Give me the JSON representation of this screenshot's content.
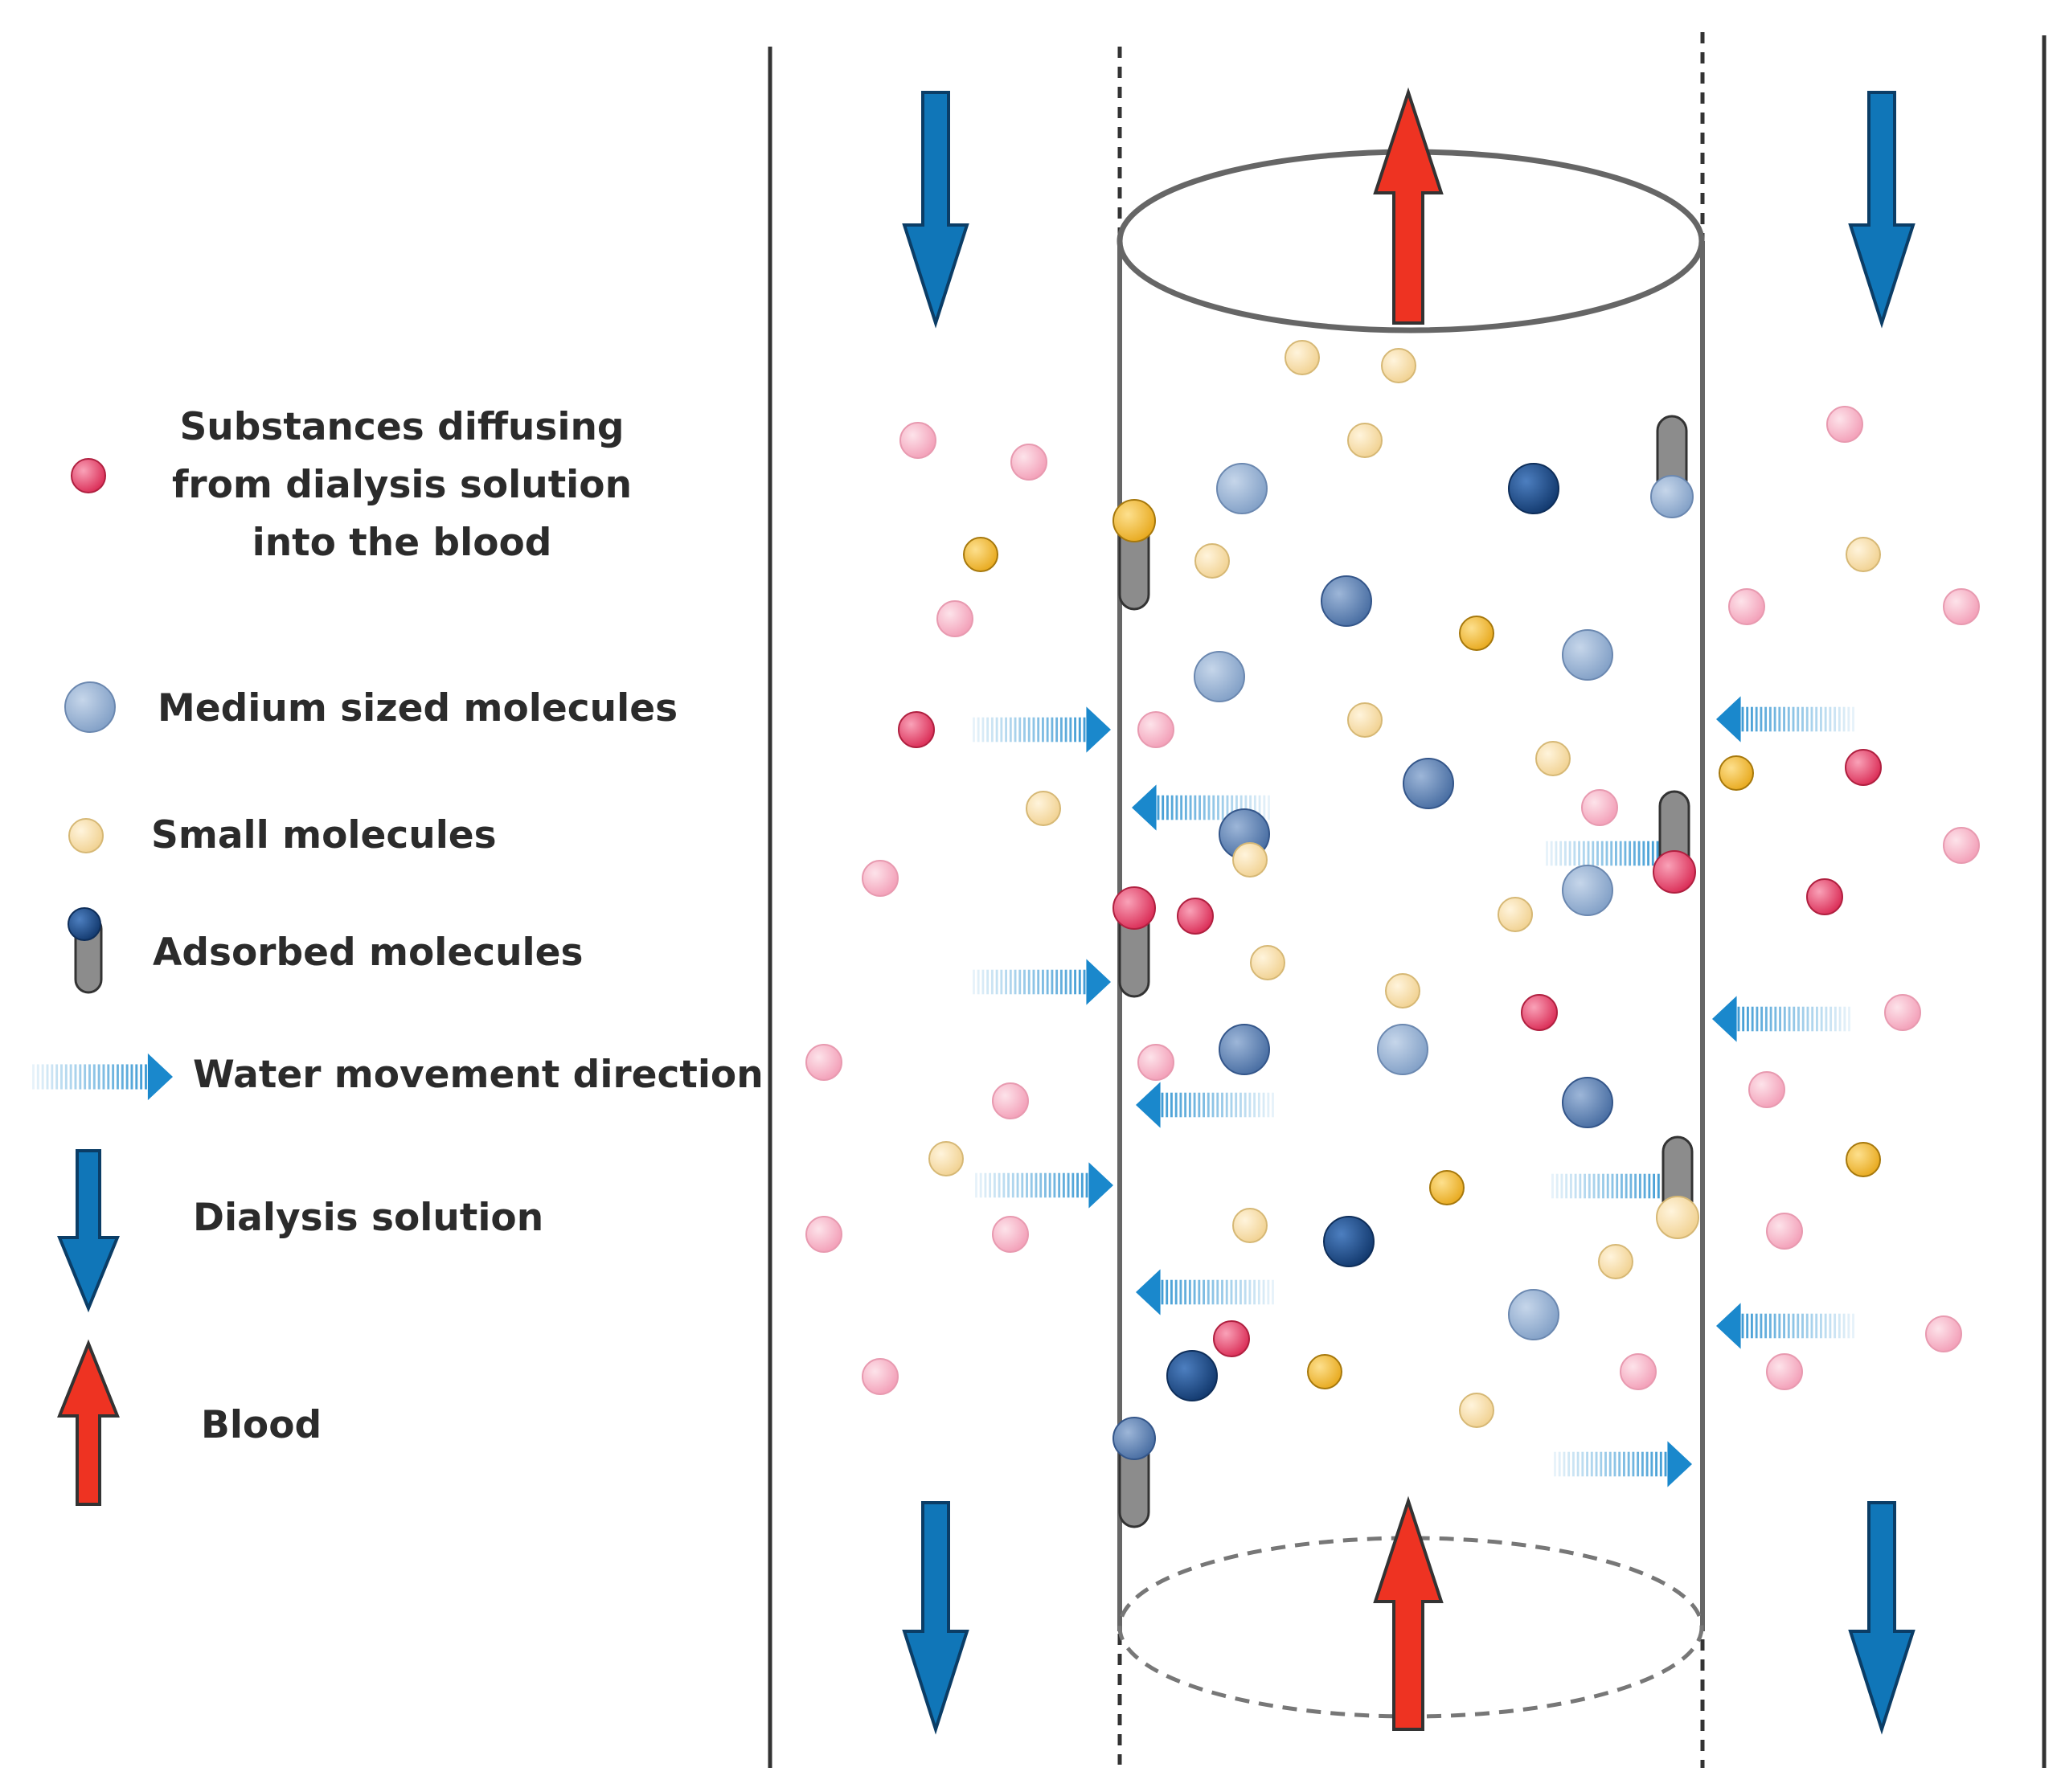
{
  "legend": {
    "pink_label": "Substances diffusing from dialysis solution into the blood",
    "medium_label": "Medium sized molecules",
    "small_label": "Small molecules",
    "adsorbed_label": "Adsorbed molecules",
    "water_label": "Water movement direction",
    "dialysis_label": "Dialysis solution",
    "blood_label": "Blood"
  },
  "colors": {
    "pink_light": "#f6b6c9",
    "pink_dark": "#e8456e",
    "medium_light": "#92aed0",
    "medium_mid": "#5b80b2",
    "medium_dark": "#1f4e8c",
    "small_light": "#f7deae",
    "small_dark": "#f2b92b",
    "dialysis_arrow": "#1076b8",
    "blood_arrow": "#ee3322",
    "water_arrow": "#1a88cc",
    "pore": "#8c8c8c"
  },
  "icons": [
    "pink-molecule-icon",
    "medium-molecule-icon",
    "small-molecule-icon",
    "adsorbed-molecule-icon",
    "water-arrow-icon",
    "dialysis-arrow-icon",
    "blood-arrow-icon"
  ]
}
